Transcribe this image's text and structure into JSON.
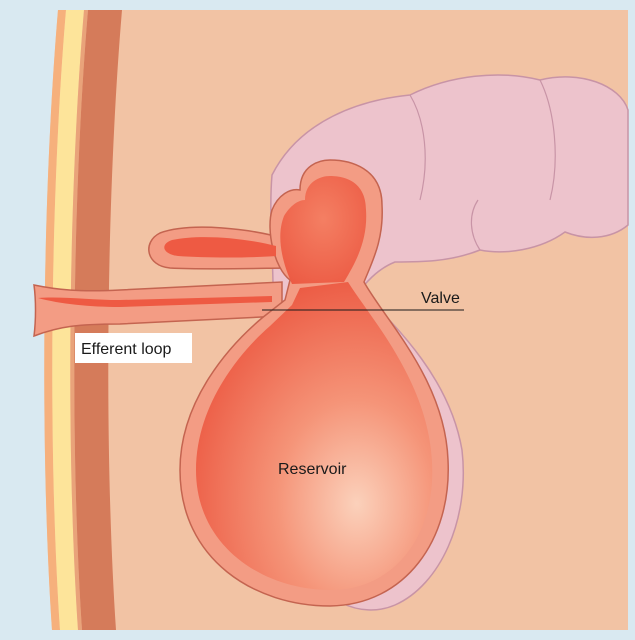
{
  "labels": {
    "valve": "Valve",
    "efferent_loop": "Efferent loop",
    "reservoir": "Reservoir"
  },
  "colors": {
    "background": "#d9e9f1",
    "abdominal_cavity": "#f2c3a4",
    "skin_yellow": "#fde49a",
    "skin_orange": "#f6b07c",
    "muscle_layer": "#d57b5a",
    "colon_fill": "#edc3cc",
    "colon_outline": "#c894a6",
    "tissue_wall": "#f39c84",
    "wall_outline": "#c46450",
    "lumen": "#ee5a43",
    "lumen_highlight": "#fbd1bb",
    "label_box": "#ffffff"
  }
}
